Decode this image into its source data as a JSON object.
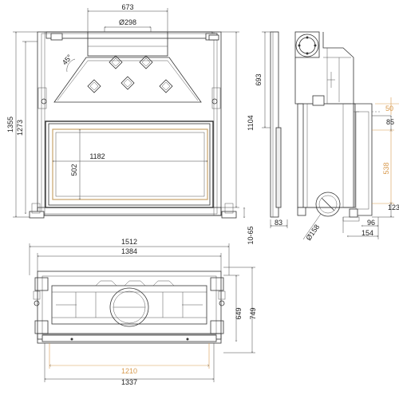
{
  "front_view": {
    "dims": {
      "top_width": "673",
      "flue_diameter": "Ø298",
      "angle": "45°",
      "total_height": "1355",
      "body_height": "1273",
      "glass_width": "1182",
      "glass_height": "502",
      "right_height": "1104",
      "leg_range": "10-65"
    }
  },
  "side_view": {
    "dims": {
      "upper_height": "693",
      "top_offset": "50",
      "collar_height": "85",
      "opening_height": "538",
      "bottom_height": "123",
      "left_offset": "83",
      "inlet_diameter": "Ø158",
      "inlet_offset": "96",
      "inlet_depth": "154"
    }
  },
  "top_view": {
    "dims": {
      "outer_width": "1512",
      "inner_width": "1384",
      "depth_inner": "649",
      "depth_outer": "749",
      "opening_width": "1210",
      "frame_width": "1337"
    }
  },
  "colors": {
    "line": "#333333",
    "accent": "#d89a4e",
    "glass": "#c9a36a"
  }
}
